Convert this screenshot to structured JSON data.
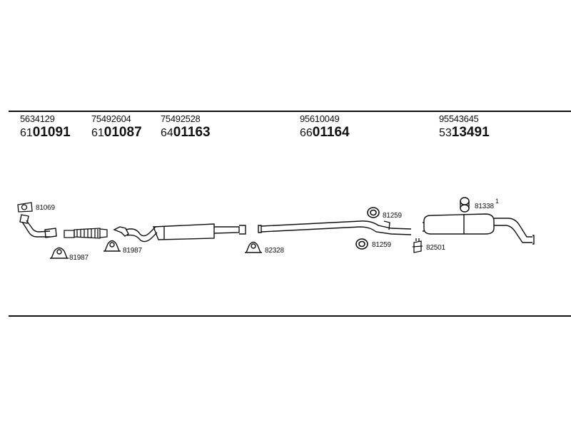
{
  "headers": [
    {
      "oem": "5634129",
      "prefix": "61",
      "code": "01091"
    },
    {
      "oem": "75492604",
      "prefix": "61",
      "code": "01087"
    },
    {
      "oem": "75492528",
      "prefix": "64",
      "code": "01163"
    },
    {
      "oem": "95610049",
      "prefix": "66",
      "code": "01164"
    },
    {
      "oem": "95543645",
      "prefix": "53",
      "code": "13491"
    }
  ],
  "parts": {
    "gasket_81069": "81069",
    "clamp_81987_a": "81987",
    "clamp_81987_b": "81987",
    "clamp_82328": "82328",
    "ring_81259_a": "81259",
    "ring_81259_b": "81259",
    "bracket_82501": "82501",
    "hanger_81338": "81338",
    "hanger_81338_qty": "1"
  }
}
